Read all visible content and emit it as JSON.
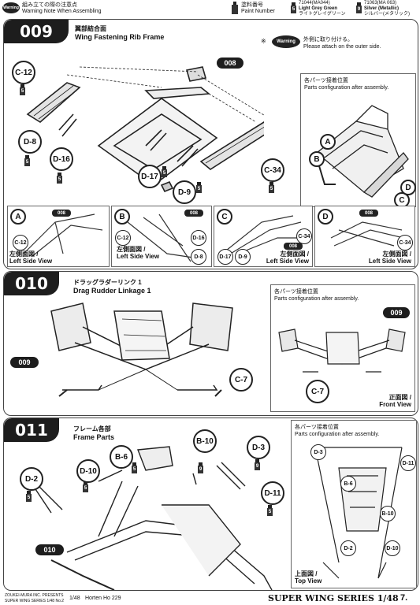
{
  "header": {
    "warning_icon_label": "Warning",
    "jp_title": "組み立ての際の注意点",
    "en_title": "Warning Note When Assembling",
    "paint_jp": "塗料番号",
    "paint_en": "Paint Number",
    "paints": [
      {
        "num": "5",
        "code": "71044(MA044)",
        "name_en": "Light Grey Green",
        "name_jp": "ライトグレイグリーン"
      },
      {
        "num": "9",
        "code": "71063(MA 063)",
        "name_en": "Silver (Metallic)",
        "name_jp": "シルバー(メタリック)"
      }
    ]
  },
  "step009": {
    "number": "009",
    "title_jp": "翼部結合面",
    "title_en": "Wing Fastening Rib Frame",
    "warning_label": "Warning",
    "warning_jp": "外側に取り付ける。",
    "warning_en": "Please attach on the outer side.",
    "callout": "008",
    "parts": [
      "C-12",
      "D-8",
      "D-16",
      "D-17",
      "D-9",
      "C-34"
    ],
    "paint_num": "5",
    "asterisk": "※",
    "panel_jp": "各パーツ接着位置",
    "panel_en": "Parts configuration after assembly.",
    "letters": [
      "A",
      "B",
      "C",
      "D"
    ],
    "subviews": [
      {
        "letter": "A",
        "pill": "008",
        "parts": [
          "C-12"
        ],
        "view_jp": "左側面図",
        "view_en": "Left Side View"
      },
      {
        "letter": "B",
        "pill": "008",
        "parts": [
          "C-12",
          "D-16",
          "D-8"
        ],
        "view_jp": "左側面図",
        "view_en": "Left Side View"
      },
      {
        "letter": "C",
        "pill": "008",
        "parts": [
          "C-34",
          "D-17",
          "D-9"
        ],
        "view_jp": "左側面図",
        "view_en": "Left Side View"
      },
      {
        "letter": "D",
        "pill": "008",
        "parts": [
          "C-34"
        ],
        "view_jp": "左側面図",
        "view_en": "Left Side View"
      }
    ]
  },
  "step010": {
    "number": "010",
    "title_jp": "ドラッグラダーリンク 1",
    "title_en": "Drag Rudder Linkage 1",
    "callout": "009",
    "part": "C-7",
    "panel_jp": "各パーツ接着位置",
    "panel_en": "Parts configuration after assembly.",
    "panel_callout": "009",
    "panel_part": "C-7",
    "view_jp": "正面図",
    "view_en": "Front View"
  },
  "step011": {
    "number": "011",
    "title_jp": "フレーム各部",
    "title_en": "Frame Parts",
    "callout": "010",
    "parts": [
      "D-2",
      "D-10",
      "B-6",
      "B-10",
      "D-3",
      "D-11"
    ],
    "paint_nums": [
      "5",
      "5",
      "5",
      "9",
      "9",
      "5"
    ],
    "panel_jp": "各パーツ接着位置",
    "panel_en": "Parts configuration after assembly.",
    "panel_parts": [
      "D-3",
      "D-11",
      "B-6",
      "B-10",
      "D-2",
      "D-10"
    ],
    "view_jp": "上面図",
    "view_en": "Top View"
  },
  "footer": {
    "company": "ZOUKEI-MURA INC. PRESENTS",
    "series_small": "SUPER WING SERIES  1/48 No.2",
    "scale": "1/48",
    "model": "Horten Ho 229",
    "series_big": "SUPER WING SERIES",
    "series_scale": "1/48",
    "page": "7."
  }
}
